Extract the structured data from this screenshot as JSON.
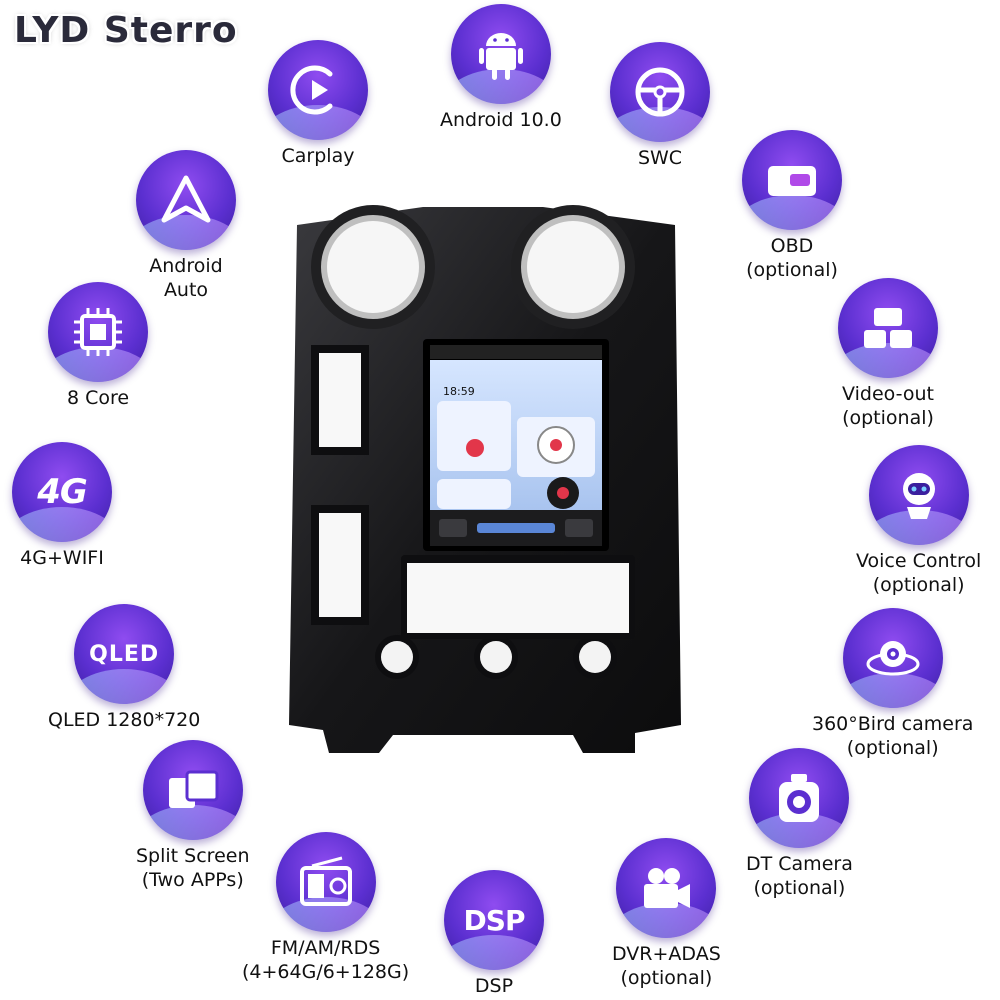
{
  "brand": "LYD Sterro",
  "features": [
    {
      "id": "android",
      "label": "Android 10.0",
      "icon": "android-robot-icon"
    },
    {
      "id": "carplay",
      "label": "Carplay",
      "icon": "carplay-icon"
    },
    {
      "id": "swc",
      "label": "SWC",
      "icon": "steering-wheel-icon"
    },
    {
      "id": "android_auto",
      "label": "Android\nAuto",
      "icon": "android-auto-icon"
    },
    {
      "id": "obd",
      "label": "OBD\n(optional)",
      "icon": "obd-connector-icon"
    },
    {
      "id": "core",
      "label": "8 Core",
      "icon": "cpu-chip-icon"
    },
    {
      "id": "video_out",
      "label": "Video-out\n(optional)",
      "icon": "video-out-icon"
    },
    {
      "id": "4g",
      "label": "4G+WIFI",
      "icon_text": "4G",
      "icon": "4g-signal-icon"
    },
    {
      "id": "voice",
      "label": "Voice Control\n(optional)",
      "icon": "robot-head-icon"
    },
    {
      "id": "qled",
      "label": "QLED 1280*720",
      "icon_text": "QLED",
      "icon": "qled-icon"
    },
    {
      "id": "bird",
      "label": "360°Bird camera\n(optional)",
      "icon": "360-camera-icon"
    },
    {
      "id": "split",
      "label": "Split Screen\n(Two APPs)",
      "icon": "split-screen-icon"
    },
    {
      "id": "dt_cam",
      "label": "DT Camera\n(optional)",
      "icon": "dash-camera-icon"
    },
    {
      "id": "radio",
      "label": "FM/AM/RDS\n(4+64G/6+128G)",
      "icon": "radio-icon"
    },
    {
      "id": "dvr",
      "label": "DVR+ADAS\n(optional)",
      "icon": "video-camera-icon"
    },
    {
      "id": "dsp",
      "label": "DSP",
      "icon_text": "DSP",
      "icon": "dsp-icon"
    }
  ],
  "screen": {
    "time": "18:59"
  }
}
